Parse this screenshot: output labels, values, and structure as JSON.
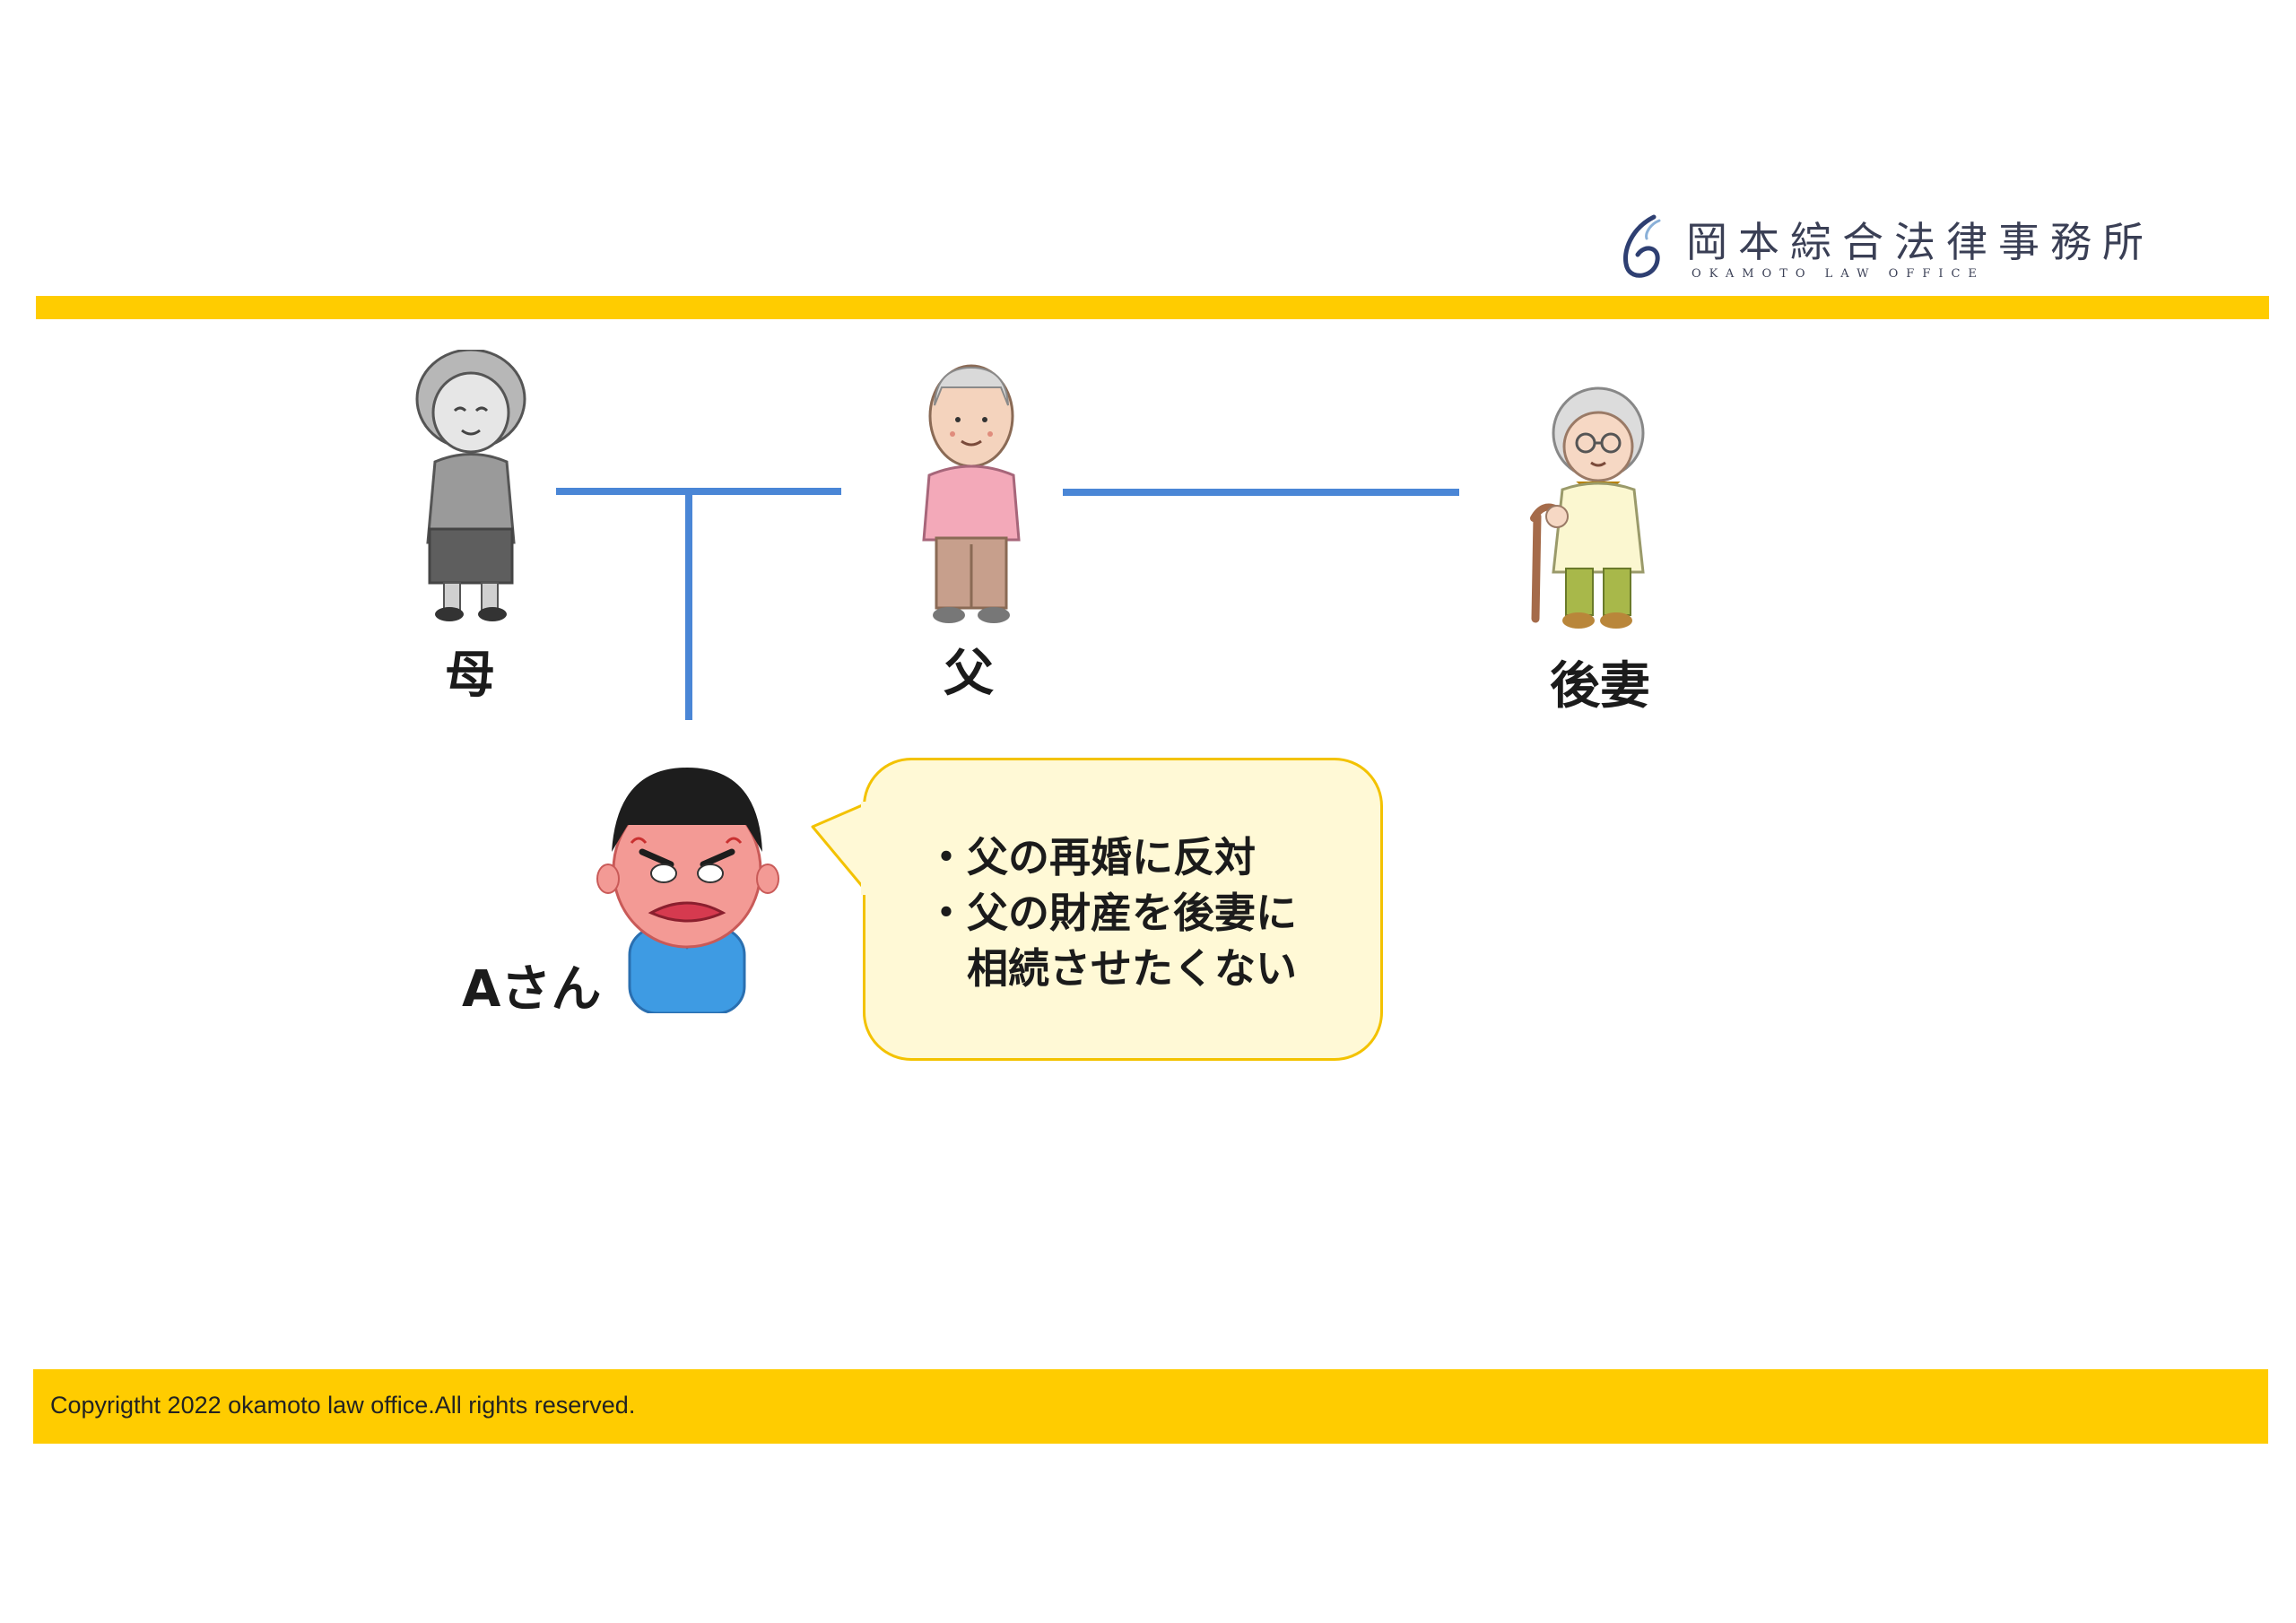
{
  "header": {
    "logo_jp": "岡本綜合法律事務所",
    "logo_en": "OKAMOTO LAW OFFICE"
  },
  "people": {
    "mother": "母",
    "father": "父",
    "stepmother": "後妻",
    "son": "Aさん"
  },
  "speech_bubble": {
    "lines": [
      "・父の再婚に反対",
      "・父の財産を後妻に",
      "　相続させたくない"
    ]
  },
  "footer": {
    "copyright": "Copyrigtht 2022 okamoto law office.All rights reserved."
  },
  "colors": {
    "accent_bar": "#ffcc00",
    "relation_line": "#4a86d6",
    "bubble_fill": "#fff9d6",
    "bubble_border": "#f3c200"
  }
}
